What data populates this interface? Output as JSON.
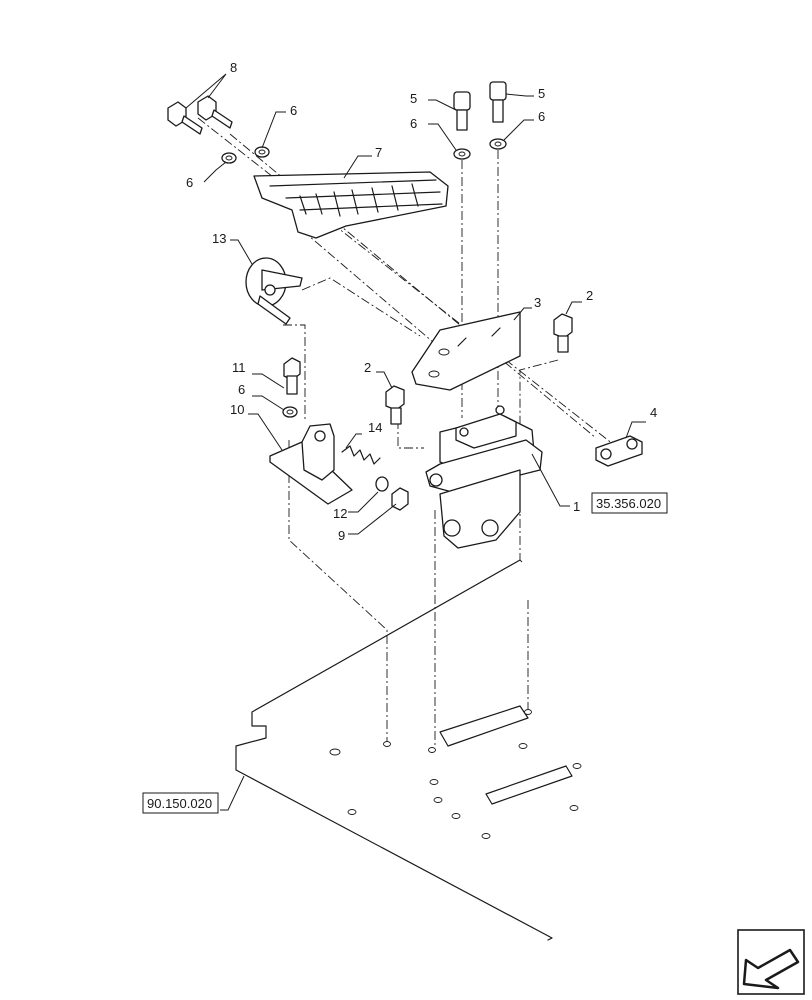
{
  "callouts": {
    "c1": "1",
    "c2a": "2",
    "c2b": "2",
    "c3": "3",
    "c4": "4",
    "c5a": "5",
    "c5b": "5",
    "c6a": "6",
    "c6b": "6",
    "c6c": "6",
    "c6d": "6",
    "c6e": "6",
    "c7": "7",
    "c8": "8",
    "c9": "9",
    "c10": "10",
    "c11": "11",
    "c12": "12",
    "c13": "13",
    "c14": "14"
  },
  "references": {
    "valve_ref": "35.356.020",
    "floor_ref": "90.150.020"
  },
  "nav": {
    "icon": "next-page-arrow-icon"
  }
}
